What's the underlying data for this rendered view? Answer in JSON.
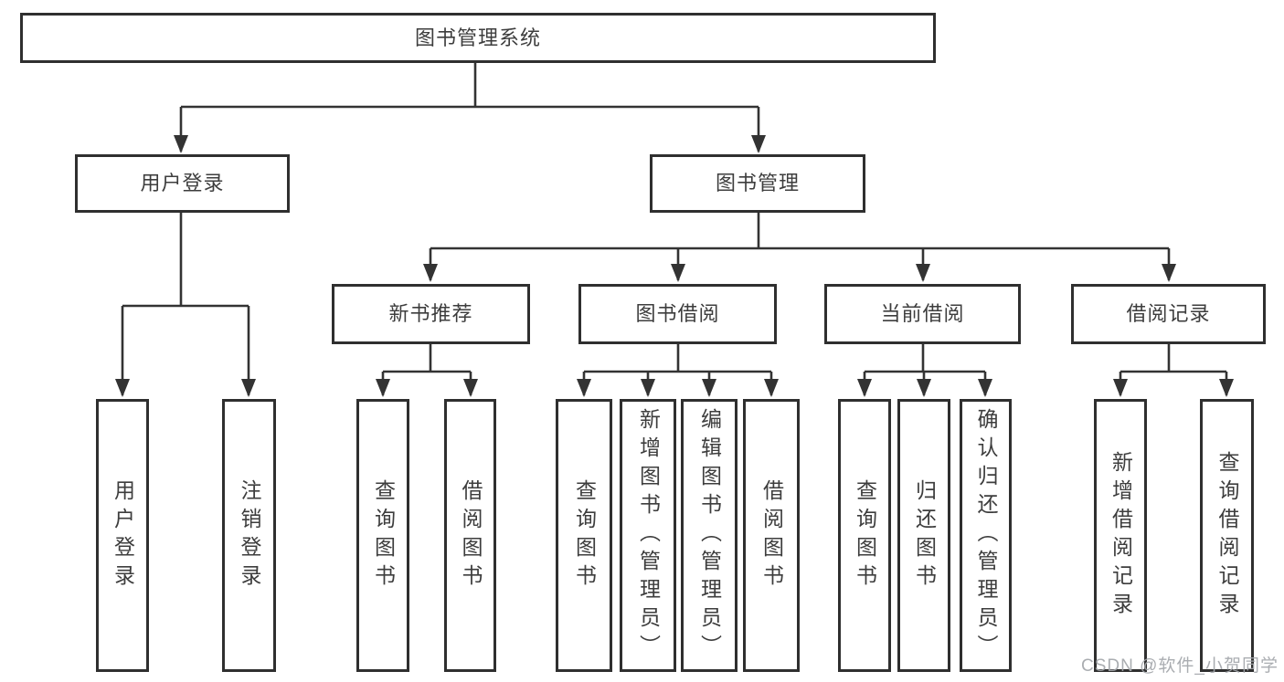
{
  "diagram": {
    "type": "tree-structure-chart",
    "tree": {
      "label": "图书管理系统",
      "children": [
        {
          "label": "用户登录",
          "children": [
            {
              "label": "用户登录"
            },
            {
              "label": "注销登录"
            }
          ]
        },
        {
          "label": "图书管理",
          "children": [
            {
              "label": "新书推荐",
              "children": [
                {
                  "label": "查询图书"
                },
                {
                  "label": "借阅图书"
                }
              ]
            },
            {
              "label": "图书借阅",
              "children": [
                {
                  "label": "查询图书"
                },
                {
                  "label": "新增图书（管理员）"
                },
                {
                  "label": "编辑图书（管理员）"
                },
                {
                  "label": "借阅图书"
                }
              ]
            },
            {
              "label": "当前借阅",
              "children": [
                {
                  "label": "查询图书"
                },
                {
                  "label": "归还图书"
                },
                {
                  "label": "确认归还（管理员）"
                }
              ]
            },
            {
              "label": "借阅记录",
              "children": [
                {
                  "label": "新增借阅记录"
                },
                {
                  "label": "查询借阅记录"
                }
              ]
            }
          ]
        }
      ]
    },
    "colors": {
      "box_border": "#2f2f2f",
      "connector_line": "#333333",
      "text": "#3d3d3d",
      "background": "#ffffff",
      "watermark": "#a3a6aa"
    },
    "watermark": {
      "text": "CSDN @软件_小贺同学"
    }
  }
}
